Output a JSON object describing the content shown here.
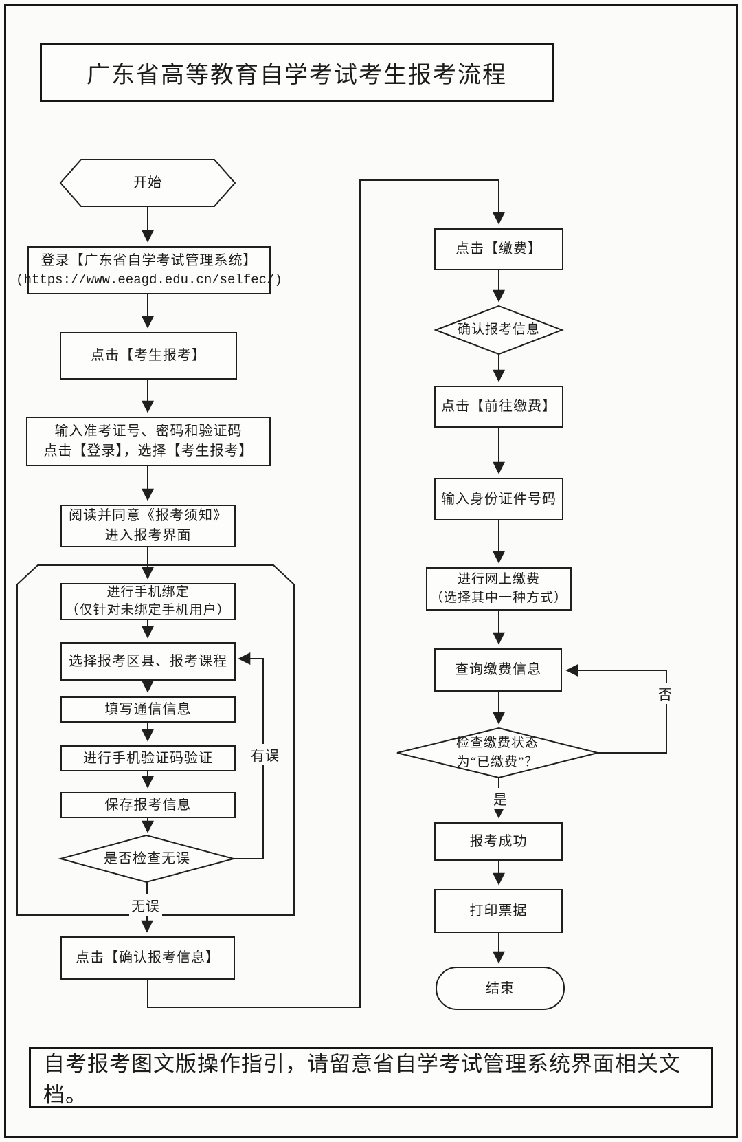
{
  "title": "广东省高等教育自学考试考生报考流程",
  "footer_note": "自考报考图文版操作指引，请留意省自学考试管理系统界面相关文档。",
  "flow": {
    "start": "开始",
    "login_line1": "登录【广东省自学考试管理系统】",
    "login_line2": "(https://www.eeagd.edu.cn/selfec/)",
    "click_register": "点击【考生报考】",
    "enter_credentials_line1": "输入准考证号、密码和验证码",
    "enter_credentials_line2": "点击【登录】，选择【考生报考】",
    "read_notice_line1": "阅读并同意《报考须知》",
    "read_notice_line2": "进入报考界面",
    "bind_phone_line1": "进行手机绑定",
    "bind_phone_line2": "（仅针对未绑定手机用户）",
    "select_courses": "选择报考区县、报考课程",
    "fill_contact": "填写通信信息",
    "verify_sms": "进行手机验证码验证",
    "save_info": "保存报考信息",
    "check_decision": "是否检查无误",
    "label_has_error": "有误",
    "label_no_error": "无误",
    "confirm_info": "点击【确认报考信息】",
    "click_pay": "点击【缴费】",
    "confirm_pay_info": "确认报考信息",
    "goto_pay": "点击【前往缴费】",
    "enter_id": "输入身份证件号码",
    "online_pay_line1": "进行网上缴费",
    "online_pay_line2": "（选择其中一种方式）",
    "query_pay": "查询缴费信息",
    "pay_status_line1": "检查缴费状态",
    "pay_status_line2": "为“已缴费”？",
    "label_no": "否",
    "label_yes": "是",
    "success": "报考成功",
    "print_receipt": "打印票据",
    "end": "结束"
  }
}
